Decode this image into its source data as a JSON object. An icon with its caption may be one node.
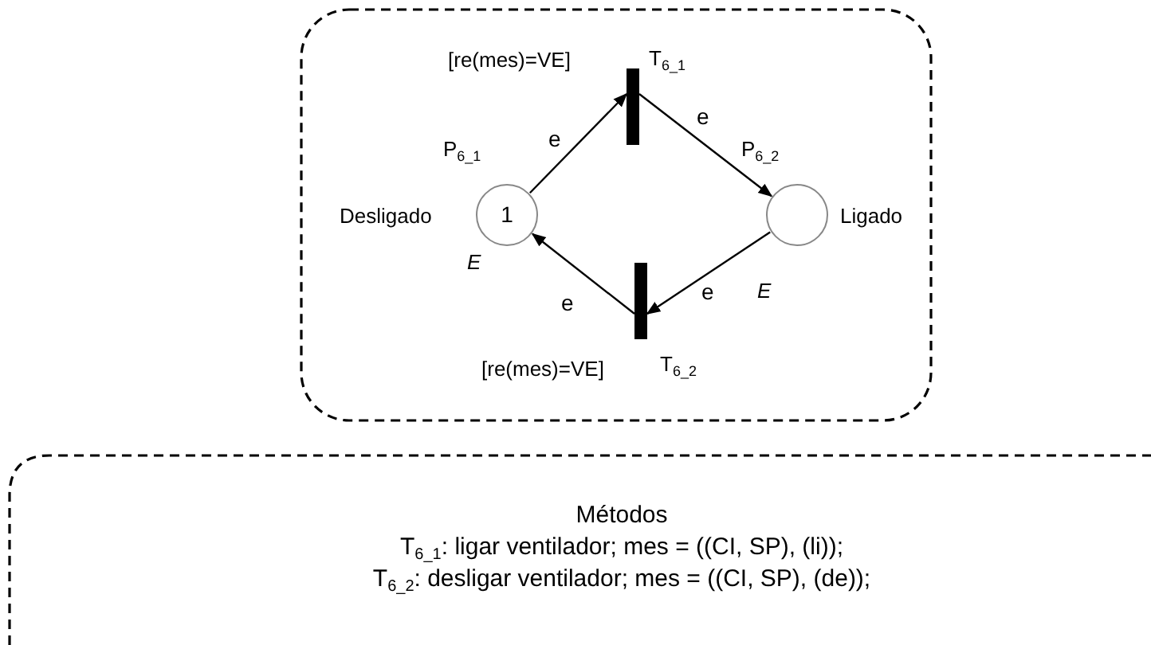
{
  "diagram": {
    "nodes": [
      {
        "text": [],
        "shape": "box"
      },
      {
        "text": [
          "1"
        ],
        "in": 0,
        "beside": [
          "P$_{6_1}$",
          "Desligado",
          "E"
        ]
      },
      {
        "text": [],
        "shape": "bar",
        "in": 0,
        "beside": [
          "[re(mes)=VE]",
          "T$_{6_1}$"
        ]
      },
      {
        "text": [],
        "shape": "circle",
        "in": 0,
        "beside": [
          "P$_{6_2}$",
          "Ligado",
          "E"
        ]
      },
      {
        "text": [],
        "shape": "bar",
        "in": 0,
        "beside": [
          "[re(mes)=VE]",
          "T$_{6_2}$"
        ]
      },
      {
        "text": [
          "Métodos",
          "T$_{6_1}$: ligar ventilador; mes = ((CI, SP), (li));",
          "T$_{6_2}$: desligar ventilador; mes = ((CI, SP), (de));"
        ]
      }
    ],
    "edges": [
      {
        "from": 1,
        "to": 2,
        "arrow": "to",
        "label": "e"
      },
      {
        "from": 2,
        "to": 3,
        "arrow": "to",
        "label": "e"
      },
      {
        "from": 3,
        "to": 4,
        "arrow": "to",
        "label": "e"
      },
      {
        "from": 4,
        "to": 1,
        "arrow": "to",
        "label": "e"
      }
    ]
  }
}
